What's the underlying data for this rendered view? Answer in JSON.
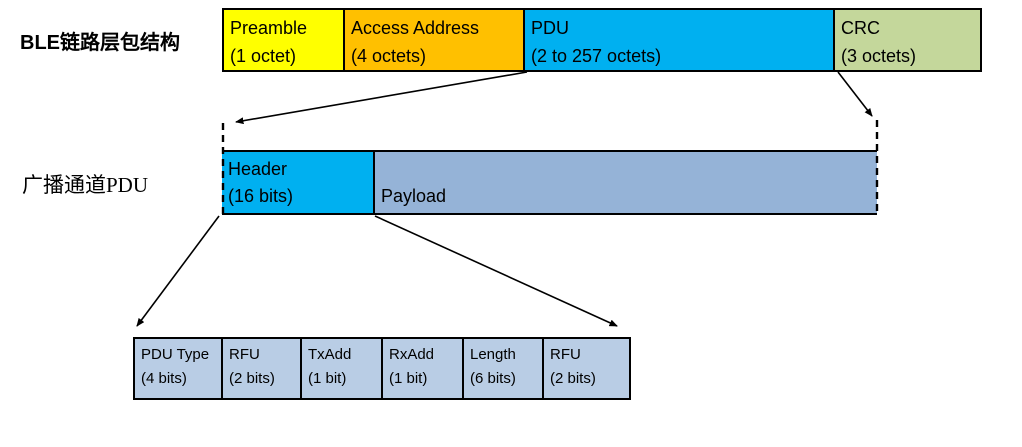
{
  "packet_row": {
    "label": "BLE链路层包结构",
    "fields": [
      {
        "name": "Preamble",
        "size": "(1 octet)",
        "color": "#FFFF00"
      },
      {
        "name": "Access Address",
        "size": "(4 octets)",
        "color": "#FFC000"
      },
      {
        "name": "PDU",
        "size": "(2 to 257 octets)",
        "color": "#00B0F0"
      },
      {
        "name": "CRC",
        "size": "(3 octets)",
        "color": "#C4D79B"
      }
    ]
  },
  "pdu_row": {
    "label": "广播通道PDU",
    "fields": [
      {
        "name": "Header",
        "size": "(16 bits)",
        "color": "#00B0F0"
      },
      {
        "name": "Payload",
        "size": "",
        "color": "#95B3D7"
      }
    ]
  },
  "header_row": {
    "fields": [
      {
        "name": "PDU Type",
        "size": "(4 bits)",
        "color": "#B9CDE5"
      },
      {
        "name": "RFU",
        "size": "(2 bits)",
        "color": "#B9CDE5"
      },
      {
        "name": "TxAdd",
        "size": "(1 bit)",
        "color": "#B9CDE5"
      },
      {
        "name": "RxAdd",
        "size": "(1 bit)",
        "color": "#B9CDE5"
      },
      {
        "name": "Length",
        "size": "(6 bits)",
        "color": "#B9CDE5"
      },
      {
        "name": "RFU",
        "size": "(2 bits)",
        "color": "#B9CDE5"
      }
    ]
  },
  "colors": {
    "line": "#000000"
  }
}
